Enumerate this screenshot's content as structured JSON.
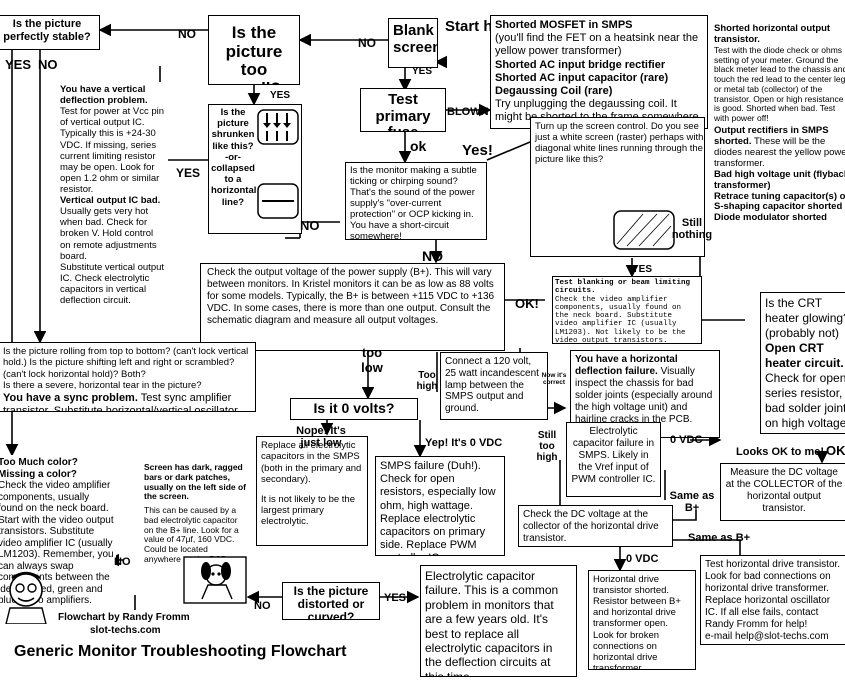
{
  "title": "Generic Monitor Troubleshooting Flowchart",
  "credit": "Flowchart by Randy Fromm",
  "site": "slot-techs.com",
  "start_label": "Start here",
  "blank_screen_q": "Blank screen?",
  "fuse_test": "Test primary fuse",
  "too_small_q": "Is the picture too small?",
  "stable_q": "Is the picture perfectly stable?",
  "shrunken_q": "Is the picture shrunken like this? -or- collapsed to a horizontal line?",
  "ticking_q": "Is the monitor making a subtle ticking or chirping sound? That's the sound of the power supply's \"over-current protection\" or OCP kicking in. You have a short-circuit somewhere!",
  "mosfet": {
    "l1": "Shorted MOSFET in SMPS",
    "l2": "(you'll find the FET on a heatsink near the yellow power transformer)",
    "l3": "Shorted AC input bridge rectifier",
    "l4": "Shorted AC input capacitor (rare)",
    "l5": "Degaussing Coil (rare)",
    "l6": "Try unplugging the degaussing coil. It might be shorted to the frame somewhere."
  },
  "hout": {
    "h1": "Shorted horizontal output transistor.",
    "t1": "Test with the diode check or ohms setting of your meter. Ground the black meter lead to the chassis and touch the red lead to the center leg or metal tab (collector) of the transistor. Open or high resistance is good. Shorted when bad. Test with power off!",
    "h2": "Output rectifiers in SMPS shorted.",
    "t2": "These will be the diodes nearest the yellow power transformer.",
    "h3": "Bad high voltage unit (flyback transformer)",
    "h4": "Retrace tuning capacitor(s) or S-shaping capacitor shorted",
    "h5": "Diode modulator shorted"
  },
  "vdef": {
    "h1": "You have a vertical deflection problem.",
    "t1": "Test for power at Vcc pin of vertical output IC. Typically this is +24-30 VDC. If missing, series current limiting resistor may be open. Look for open 1.2 ohm or similar resistor.",
    "h2": "Vertical output IC bad.",
    "t2": "Usually gets very hot when bad. Check for broken V. Hold control on remote adjustments board.",
    "t3": "Substitute vertical output IC. Check electrolytic capacitors in vertical deflection circuit."
  },
  "raster": "Turn up the screen control. Do you see just a white screen (raster) perhaps with diagonal white lines running through the picture like this?",
  "blanking": {
    "h": "Test blanking or beam limiting circuits.",
    "t": "Check the video amplifier components, usually found on the neck board. Substitute video amplifier IC (usually LM1203). Not likely to be the video output transistors."
  },
  "bplus": "Check the output voltage of the power supply (B+). This will vary between monitors. In Kristel monitors it can be as low as 88 volts for some models. Typically, the B+ is between +115 VDC to +136 VDC. In some cases, there is more than one output. Consult the schematic diagram and measure all output voltages.",
  "rolling": {
    "q1": "Is the picture rolling from top to bottom? (can't lock vertical hold.) Is the picture shifting left and right or scrambled? (can't lock horizontal hold)? Both?",
    "q2": "Is there a severe, horizontal tear in the picture?",
    "h": "You have a sync problem.",
    "t": "Test sync amplifier transistor. Substitute horizontal/vertical oscillator IC."
  },
  "lamp": "Connect a 120 volt, 25 watt incandescent lamp between the SMPS output and ground.",
  "hdef": {
    "h": "You have a horizontal deflection failure.",
    "t": "Visually inspect the chassis for bad solder joints (especially around the high voltage unit) and hairline cracks in the PCB."
  },
  "crt_heater": {
    "q": "Is the CRT heater glowing? (probably not)",
    "h": "Open CRT heater circuit.",
    "t": "Check for open series resistor, bad solder joints on high voltage unit."
  },
  "zero_volts_q": "Is it 0 volts?",
  "too_much_color": {
    "h": "Too Much color? Missing a color?",
    "t": "Check the video amplifier components, usually found on the neck board. Start with the video output transistors. Substitute video amplifier IC (usually LM1203). Remember, you can always swap components between the identical red, green and blue video amplifiers."
  },
  "ragged": {
    "h": "Screen has dark, ragged bars or dark patches, usually on the left side of the screen.",
    "t": "This can be caused by a bad electrolytic capacitor on the B+ line. Look for a value of 47µf, 160 VDC. Could be located anywhere on the PCB."
  },
  "replace_caps": {
    "t1": "Replace all electrolytic capacitors in the SMPS (both in the primary and secondary).",
    "t2": "It is not likely to be the largest primary electrolytic."
  },
  "smps_fail": "SMPS failure (Duh!). Check for open resistors, especially low ohm, high wattage. Replace electrolytic capacitors on primary side. Replace PWM controller IC.",
  "pwm_cap": "Electrolytic capacitor failure in SMPS. Likely in the Vref input of PWM controller IC.",
  "collector": "Measure the DC voltage at the COLLECTOR of the horizontal output transistor.",
  "hdrive_check": "Check the DC voltage at the collector of the horizontal drive transistor.",
  "distorted_q": "Is the picture distorted or curved?",
  "deflection_caps": "Electrolytic capacitor failure. This is a common problem in monitors that are a few years old. It's best to replace all electrolytic capacitors in the deflection circuits at this time.",
  "hdrive_short": "Horizontal drive transistor shorted. Resistor between B+ and horizontal drive transformer open. Look for broken connections on horizontal drive transformer.",
  "test_hdrive": "Test horizontal drive transistor. Look for bad connections on horizontal drive transformer. Replace horizontal oscillator IC. If all else fails, contact Randy Fromm for help!",
  "email": "e-mail help@slot-techs.com",
  "labels": {
    "no": "NO",
    "yes": "YES",
    "blown": "BLOWN",
    "ok": "ok",
    "yes_bang": "Yes!",
    "ok_bang": "OK!",
    "still_nothing": "Still nothing",
    "too_low": "too low",
    "too_high": "Too high",
    "nope": "Nope! It's just low",
    "yep": "Yep! It's 0 VDC",
    "now_correct": "Now it's correct",
    "still_too_high": "Still too high",
    "zero_vdc": "0 VDC",
    "looks_ok": "Looks OK to me!",
    "same_bplus": "Same as B+",
    "ok_short": "OK"
  }
}
